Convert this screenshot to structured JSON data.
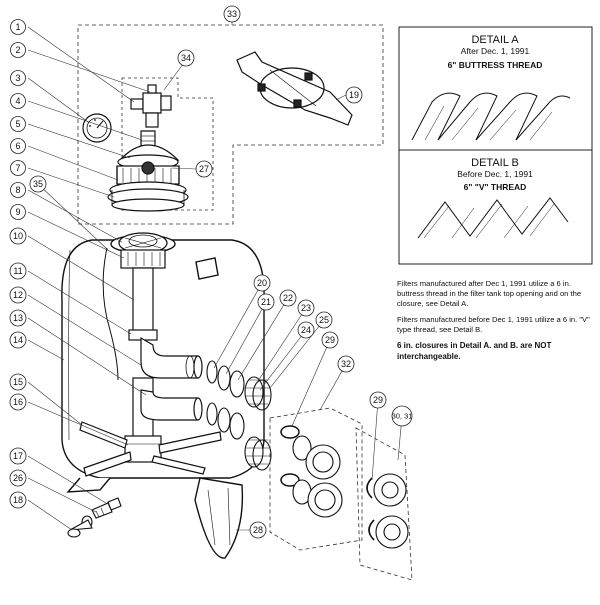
{
  "detail_a": {
    "title": "DETAIL A",
    "date": "After Dec. 1, 1991",
    "thread": "6\" BUTTRESS THREAD"
  },
  "detail_b": {
    "title": "DETAIL B",
    "date": "Before Dec. 1, 1991",
    "thread": "6\"  \"V\"  THREAD"
  },
  "notes": {
    "note1": "Filters manufactured after Dec 1, 1991 utilize a 6 in. buttress thread in the filter tank top opening and on the closure, see Detail A.",
    "note2": "Filters manufactured before Dec 1, 1991 utilize a 6 in. \"V\" type thread, see Detail B.",
    "note3": "6 in. closures in Detail A. and B. are NOT interchangeable."
  },
  "callouts": [
    {
      "label": "1"
    },
    {
      "label": "2"
    },
    {
      "label": "3"
    },
    {
      "label": "4"
    },
    {
      "label": "5"
    },
    {
      "label": "6"
    },
    {
      "label": "7"
    },
    {
      "label": "35"
    },
    {
      "label": "8"
    },
    {
      "label": "9"
    },
    {
      "label": "10"
    },
    {
      "label": "11"
    },
    {
      "label": "12"
    },
    {
      "label": "13"
    },
    {
      "label": "14"
    },
    {
      "label": "15"
    },
    {
      "label": "16"
    },
    {
      "label": "17"
    },
    {
      "label": "26"
    },
    {
      "label": "18"
    },
    {
      "label": "33"
    },
    {
      "label": "34"
    },
    {
      "label": "19"
    },
    {
      "label": "27"
    },
    {
      "label": "20"
    },
    {
      "label": "21"
    },
    {
      "label": "22"
    },
    {
      "label": "23"
    },
    {
      "label": "24"
    },
    {
      "label": "25"
    },
    {
      "label": "29"
    },
    {
      "label": "32"
    },
    {
      "label": "29"
    },
    {
      "label": "30, 31"
    },
    {
      "label": "28"
    }
  ]
}
